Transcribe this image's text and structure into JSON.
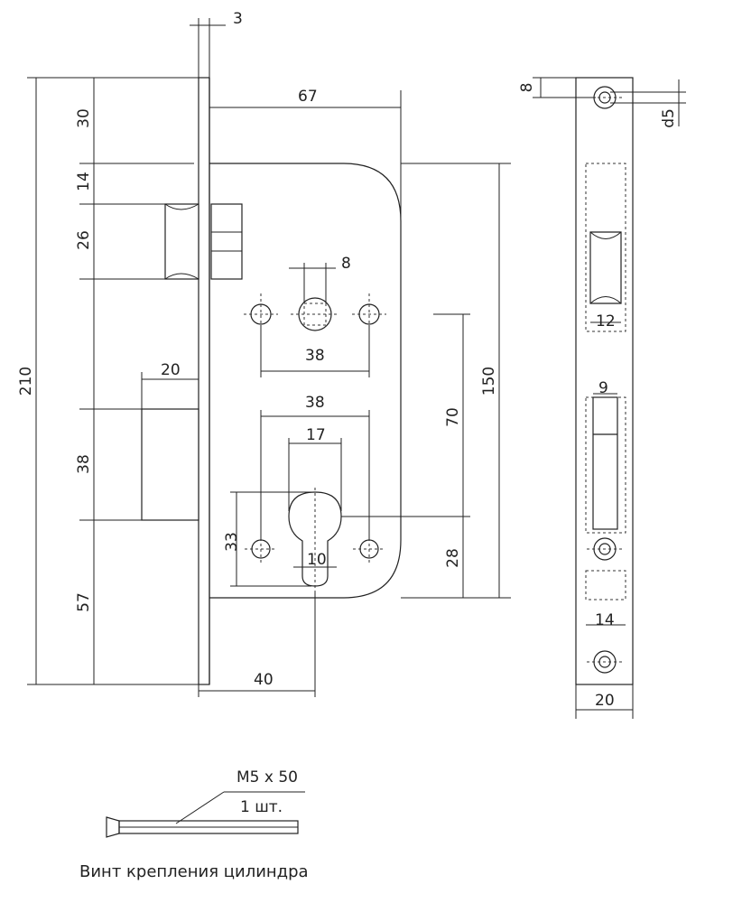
{
  "dimensions": {
    "faceplate_thickness": "3",
    "top_offset": "30",
    "latch_offset": "14",
    "latch_height": "26",
    "total_height": "210",
    "backset_width": "67",
    "handle_square": "8",
    "handle_holes_spacing": "38",
    "lower_holes_spacing": "38",
    "cylinder_width": "17",
    "cylinder_height": "33",
    "cylinder_slot": "10",
    "deadbolt_projection": "20",
    "deadbolt_height": "38",
    "bottom_offset": "57",
    "body_height": "150",
    "center_distance": "70",
    "bottom_to_cylinder": "28",
    "backset": "40",
    "side_hole_offset": "8",
    "side_hole_dia": "d5",
    "side_latch_width": "12",
    "side_slot_width": "9",
    "side_bolt_width": "14",
    "side_plate_width": "20"
  },
  "screw": {
    "size": "M5 x 50",
    "quantity": "1 шт.",
    "caption": "Винт крепления цилиндра"
  }
}
